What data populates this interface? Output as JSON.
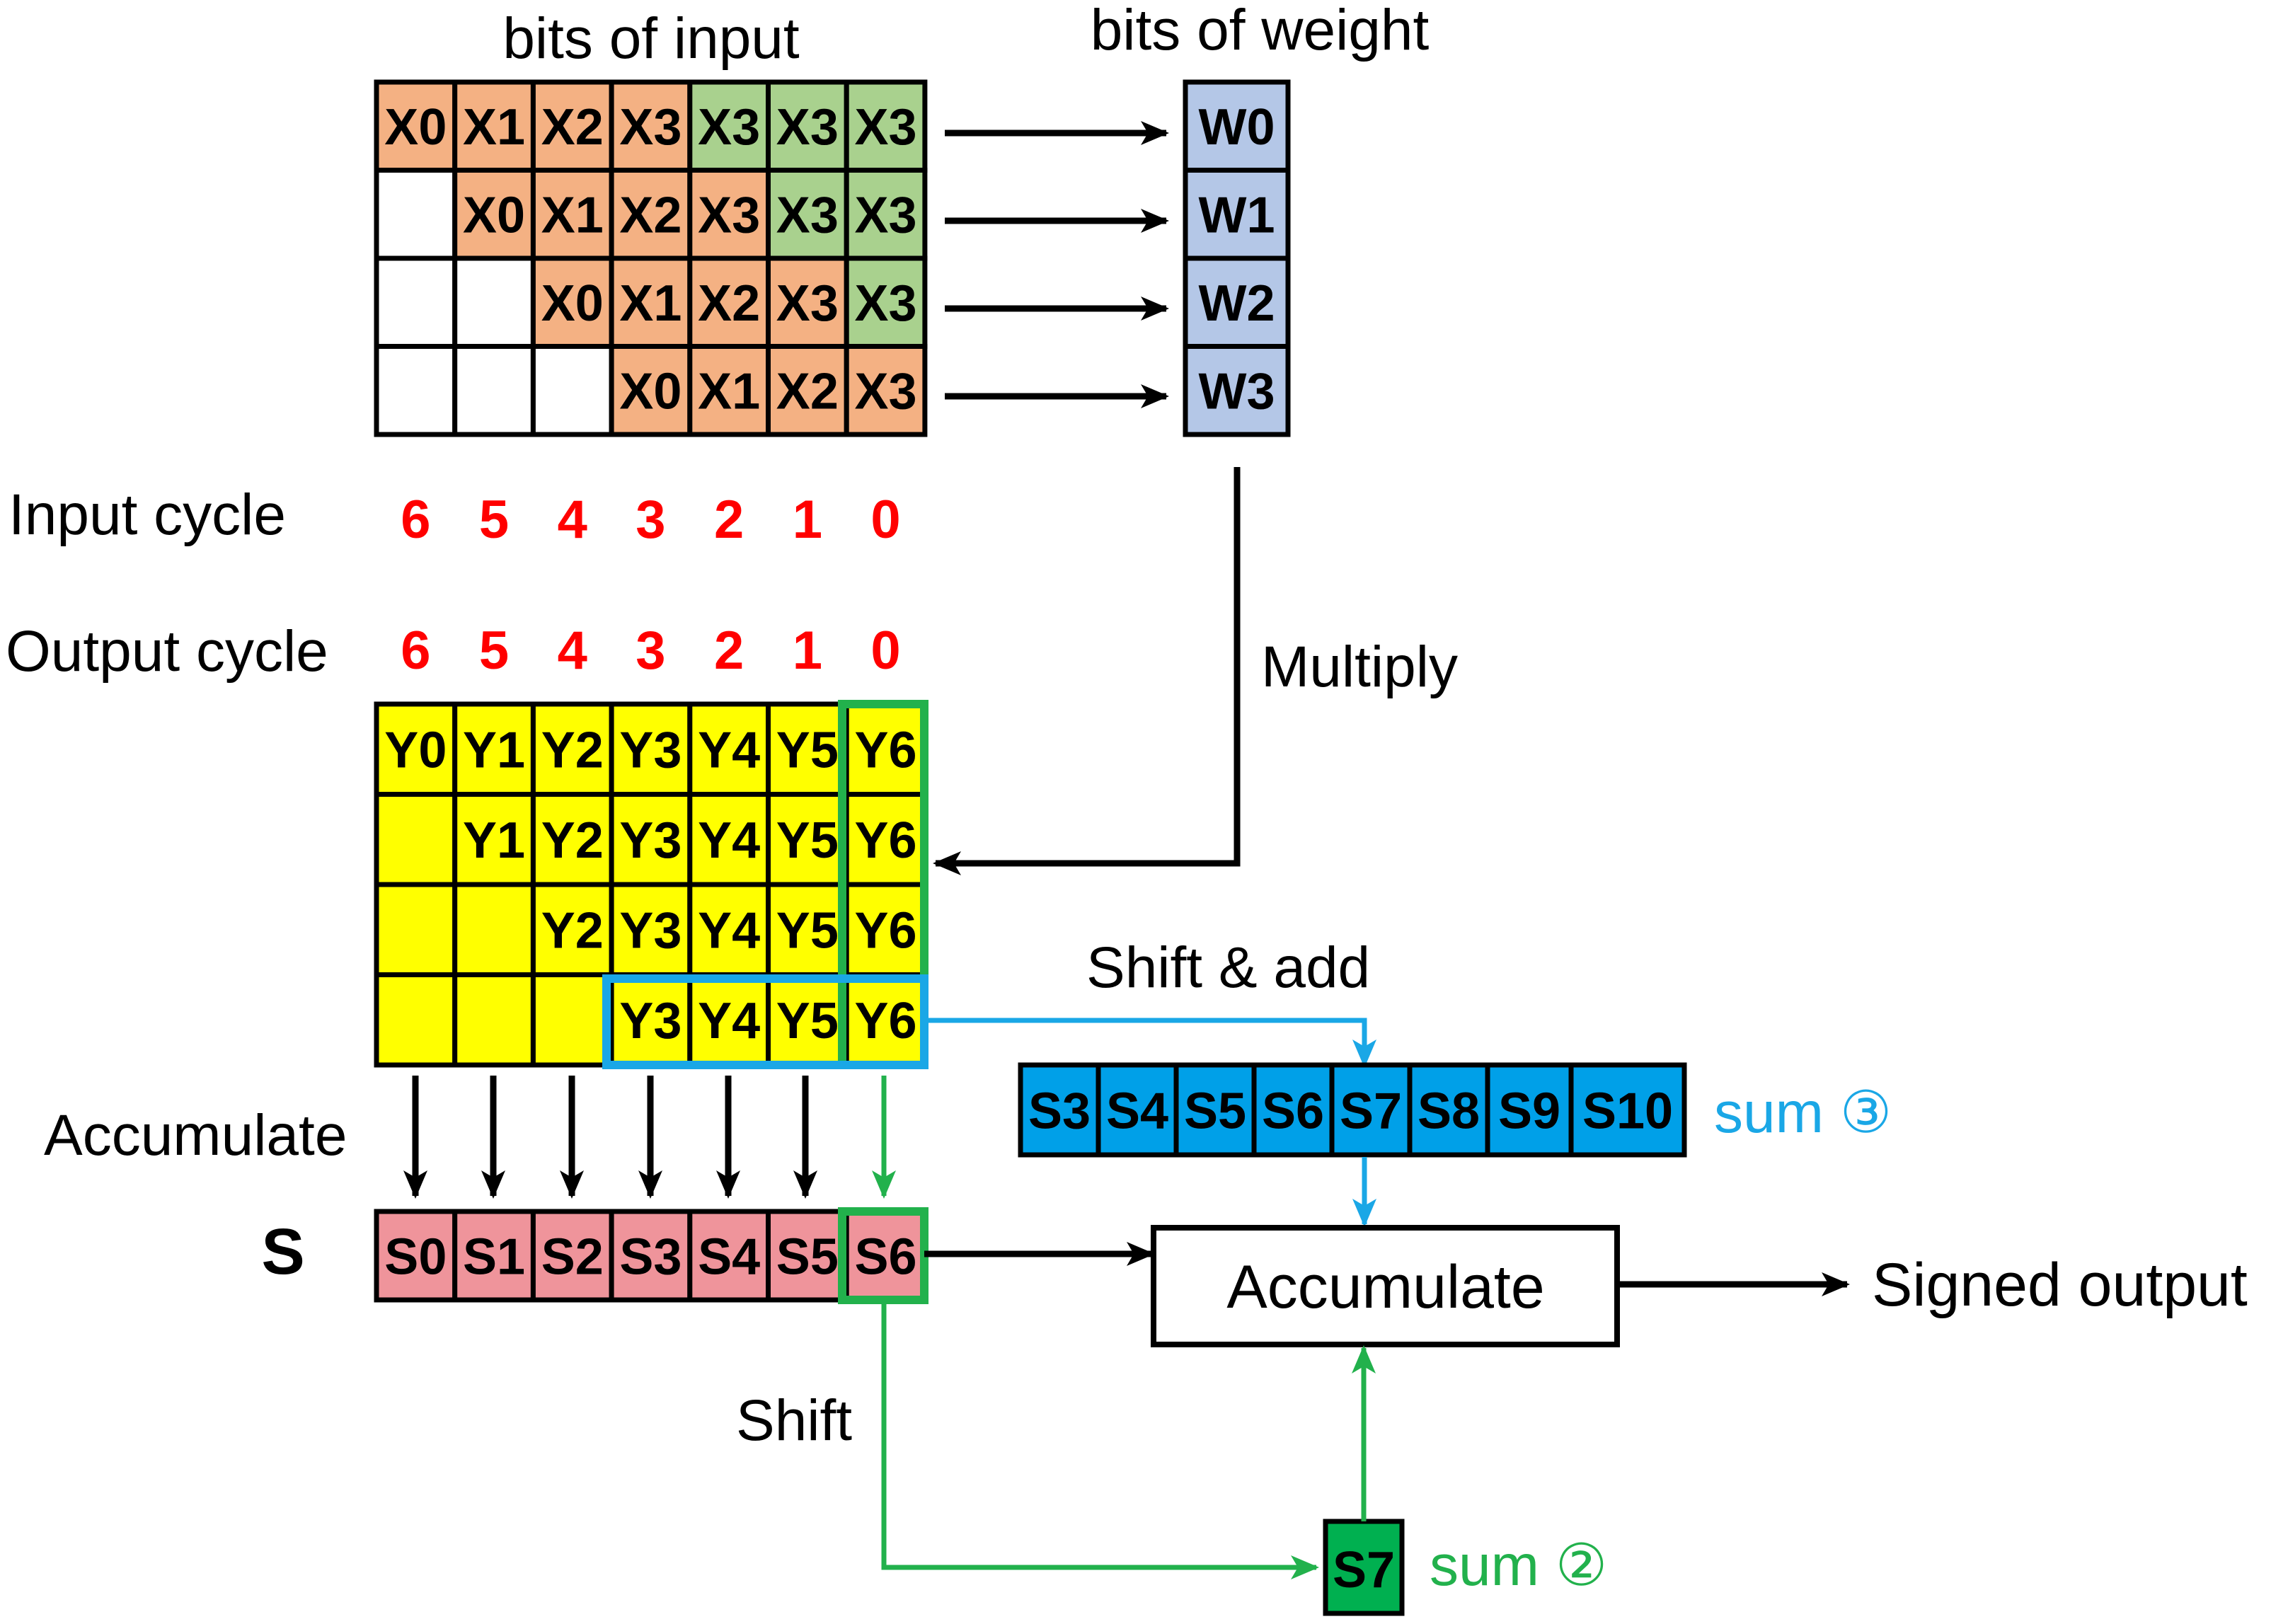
{
  "labels": {
    "bits_of_input": "bits of input",
    "bits_of_weight": "bits of weight",
    "input_cycle": "Input cycle",
    "output_cycle": "Output cycle",
    "multiply": "Multiply",
    "shift_and_add": "Shift & add",
    "accumulate_side": "Accumulate",
    "s_label": "S",
    "accumulate_box": "Accumulate",
    "signed_output": "Signed output",
    "shift": "Shift",
    "sum3": "sum ③",
    "sum2": "sum ②"
  },
  "colors": {
    "orange": "#f4b183",
    "green": "#a9d18e",
    "weight": "#b4c7e7",
    "yellow": "#ffff00",
    "pink": "#ef949b",
    "blue": "#00a0e8",
    "s7": "#00b050",
    "cycle_red": "#ff0000",
    "green_line": "#22b14c",
    "blue_line": "#1aa7e6"
  },
  "input_grid": [
    [
      {
        "t": "X0",
        "c": "orange"
      },
      {
        "t": "X1",
        "c": "orange"
      },
      {
        "t": "X2",
        "c": "orange"
      },
      {
        "t": "X3",
        "c": "orange"
      },
      {
        "t": "X3",
        "c": "green"
      },
      {
        "t": "X3",
        "c": "green"
      },
      {
        "t": "X3",
        "c": "green"
      }
    ],
    [
      {
        "t": "",
        "c": "white"
      },
      {
        "t": "X0",
        "c": "orange"
      },
      {
        "t": "X1",
        "c": "orange"
      },
      {
        "t": "X2",
        "c": "orange"
      },
      {
        "t": "X3",
        "c": "orange"
      },
      {
        "t": "X3",
        "c": "green"
      },
      {
        "t": "X3",
        "c": "green"
      }
    ],
    [
      {
        "t": "",
        "c": "white"
      },
      {
        "t": "",
        "c": "white"
      },
      {
        "t": "X0",
        "c": "orange"
      },
      {
        "t": "X1",
        "c": "orange"
      },
      {
        "t": "X2",
        "c": "orange"
      },
      {
        "t": "X3",
        "c": "orange"
      },
      {
        "t": "X3",
        "c": "green"
      }
    ],
    [
      {
        "t": "",
        "c": "white"
      },
      {
        "t": "",
        "c": "white"
      },
      {
        "t": "",
        "c": "white"
      },
      {
        "t": "X0",
        "c": "orange"
      },
      {
        "t": "X1",
        "c": "orange"
      },
      {
        "t": "X2",
        "c": "orange"
      },
      {
        "t": "X3",
        "c": "orange"
      }
    ]
  ],
  "weights": [
    "W0",
    "W1",
    "W2",
    "W3"
  ],
  "input_cycles": [
    "6",
    "5",
    "4",
    "3",
    "2",
    "1",
    "0"
  ],
  "output_cycles": [
    "6",
    "5",
    "4",
    "3",
    "2",
    "1",
    "0"
  ],
  "y_grid": [
    [
      "Y0",
      "Y1",
      "Y2",
      "Y3",
      "Y4",
      "Y5",
      "Y6"
    ],
    [
      "",
      "Y1",
      "Y2",
      "Y3",
      "Y4",
      "Y5",
      "Y6"
    ],
    [
      "",
      "",
      "Y2",
      "Y3",
      "Y4",
      "Y5",
      "Y6"
    ],
    [
      "",
      "",
      "",
      "Y3",
      "Y4",
      "Y5",
      "Y6"
    ]
  ],
  "s_row": [
    "S0",
    "S1",
    "S2",
    "S3",
    "S4",
    "S5",
    "S6"
  ],
  "sum3_row": [
    "S3",
    "S4",
    "S5",
    "S6",
    "S7",
    "S8",
    "S9",
    "S10"
  ],
  "s7": "S7"
}
